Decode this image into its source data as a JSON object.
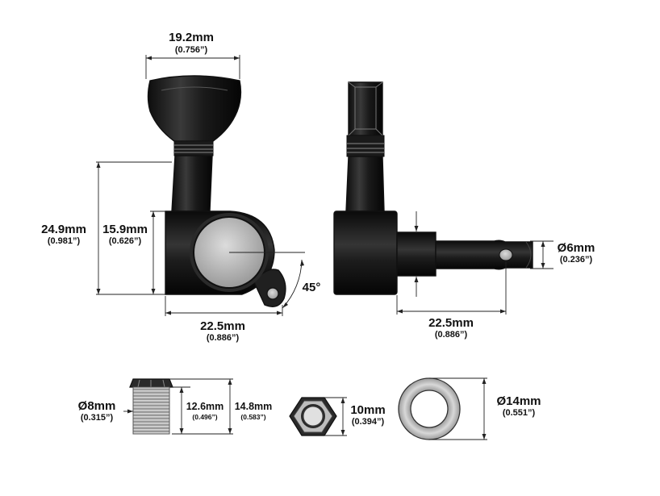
{
  "front_view": {
    "width_mm": "19.2mm",
    "width_in": "(0.756”)",
    "total_height_mm": "24.9mm",
    "total_height_in": "(0.981”)",
    "body_height_mm": "15.9mm",
    "body_height_in": "(0.626”)",
    "body_width_mm": "22.5mm",
    "body_width_in": "(0.886”)",
    "angle": "45°"
  },
  "side_view": {
    "shaft_dia_mm": "Ø6mm",
    "shaft_dia_in": "(0.236”)",
    "length_mm": "22.5mm",
    "length_in": "(0.886”)"
  },
  "bushing": {
    "dia_mm": "Ø8mm",
    "dia_in": "(0.315”)",
    "h1_mm": "12.6mm",
    "h1_in": "(0.496”)",
    "h2_mm": "14.8mm",
    "h2_in": "(0.583”)"
  },
  "nut": {
    "size_mm": "10mm",
    "size_in": "(0.394”)"
  },
  "washer": {
    "dia_mm": "Ø14mm",
    "dia_in": "(0.551”)"
  }
}
